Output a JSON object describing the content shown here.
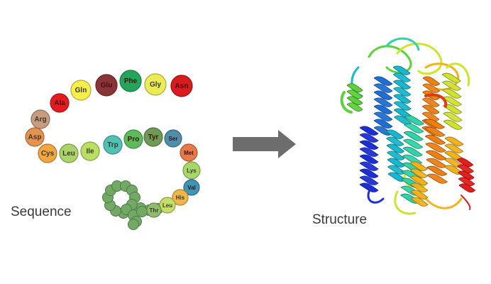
{
  "sequence_label": "Sequence",
  "structure_label": "Structure",
  "residues": [
    {
      "name": "Cys",
      "color": "#f2a640"
    },
    {
      "name": "Leu",
      "color": "#a9d468"
    },
    {
      "name": "Ile",
      "color": "#b9df62"
    },
    {
      "name": "Trp",
      "color": "#4fc2b6"
    },
    {
      "name": "Pro",
      "color": "#5cbc59"
    },
    {
      "name": "Tyr",
      "color": "#6f9a55"
    },
    {
      "name": "Ser",
      "color": "#4f8ea9"
    },
    {
      "name": "Met",
      "color": "#e87a47"
    },
    {
      "name": "Lys",
      "color": "#a7d768"
    },
    {
      "name": "Val",
      "color": "#3f95b8"
    },
    {
      "name": "His",
      "color": "#f0b64a"
    },
    {
      "name": "Leu",
      "color": "#c5dd6a"
    },
    {
      "name": "Thr",
      "color": "#8fbd6d"
    },
    {
      "name": "Asp",
      "color": "#e4934f"
    },
    {
      "name": "Arg",
      "color": "#c99b80"
    },
    {
      "name": "Ala",
      "color": "#e41c1f"
    },
    {
      "name": "Gln",
      "color": "#f6ef4b"
    },
    {
      "name": "Glu",
      "color": "#8b3437"
    },
    {
      "name": "Phe",
      "color": "#24a65a"
    },
    {
      "name": "Gly",
      "color": "#eaeb57"
    },
    {
      "name": "Asn",
      "color": "#d61c1e"
    }
  ],
  "colors": {
    "arrow": "#6d6d6d",
    "tail": "#73a865",
    "helix_palette": [
      "#1b2fd8",
      "#1c6fd6",
      "#16b8cf",
      "#2ed4a8",
      "#5cd13a",
      "#cfe22c",
      "#f2b21a",
      "#f07f12",
      "#e03a10",
      "#e21d1d"
    ]
  }
}
